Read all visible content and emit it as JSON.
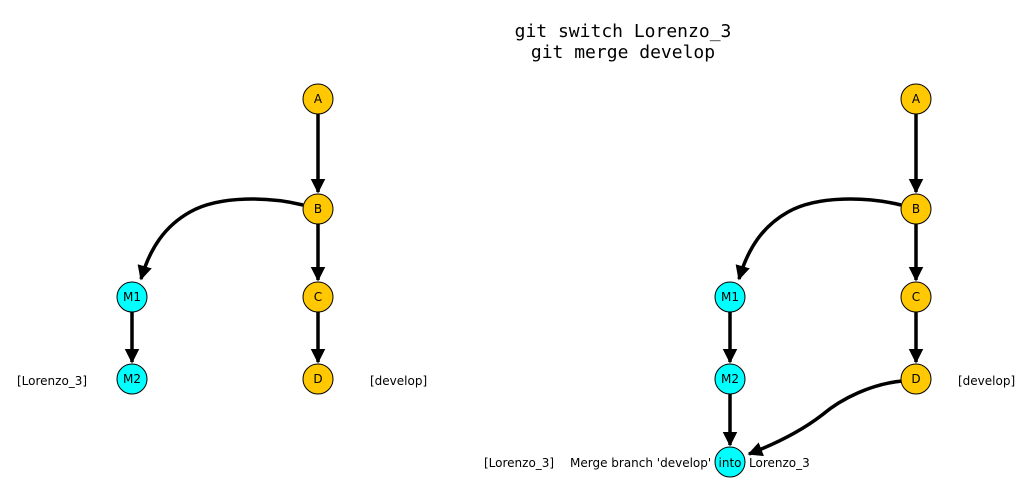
{
  "header": {
    "line1": "git switch Lorenzo_3",
    "line2": "git merge develop"
  },
  "colors": {
    "develop_node": "#FFC800",
    "feature_node": "#00FFFF",
    "edge": "#000000"
  },
  "before": {
    "nodes": {
      "A": "A",
      "B": "B",
      "C": "C",
      "D": "D",
      "M1": "M1",
      "M2": "M2"
    },
    "branch_labels": {
      "lorenzo": "[Lorenzo_3]",
      "develop": "[develop]"
    }
  },
  "after": {
    "nodes": {
      "A": "A",
      "B": "B",
      "C": "C",
      "D": "D",
      "M1": "M1",
      "M2": "M2",
      "merge": "into"
    },
    "branch_labels": {
      "lorenzo": "[Lorenzo_3]",
      "develop": "[develop]"
    },
    "merge_message_left": "Merge branch 'develop'",
    "merge_message_right": "Lorenzo_3"
  }
}
